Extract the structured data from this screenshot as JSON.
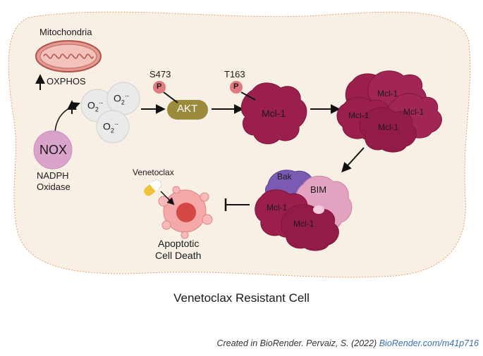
{
  "labels": {
    "mitochondria": "Mitochondria",
    "oxphos": "OXPHOS",
    "o2": "O",
    "o2_sub": "2",
    "o2_sup": "·-",
    "nox": "NOX",
    "nadph_line1": "NADPH",
    "nadph_line2": "Oxidase",
    "s473": "S473",
    "t163": "T163",
    "p": "P",
    "akt": "AKT",
    "mcl1": "Mcl-1",
    "bak": "Bak",
    "bim": "BIM",
    "venetoclax": "Venetoclax",
    "apoptotic_line1": "Apoptotic",
    "apoptotic_line2": "Cell Death"
  },
  "caption": "Venetoclax Resistant Cell",
  "credit": {
    "text": "Created in BioRender. Pervaiz, S. (2022) ",
    "link": "BioRender.com/m41p716"
  },
  "colors": {
    "cell_fill": "#f8f0e4",
    "cell_border": "#e7a06f",
    "mcl1": "#9b1f4c",
    "akt": "#9c8a3d",
    "nox": "#d9a3cc",
    "phospho": "#e07a80",
    "bak": "#7a5ab3",
    "bim": "#e3a3c0",
    "link": "#3a6fb0"
  }
}
